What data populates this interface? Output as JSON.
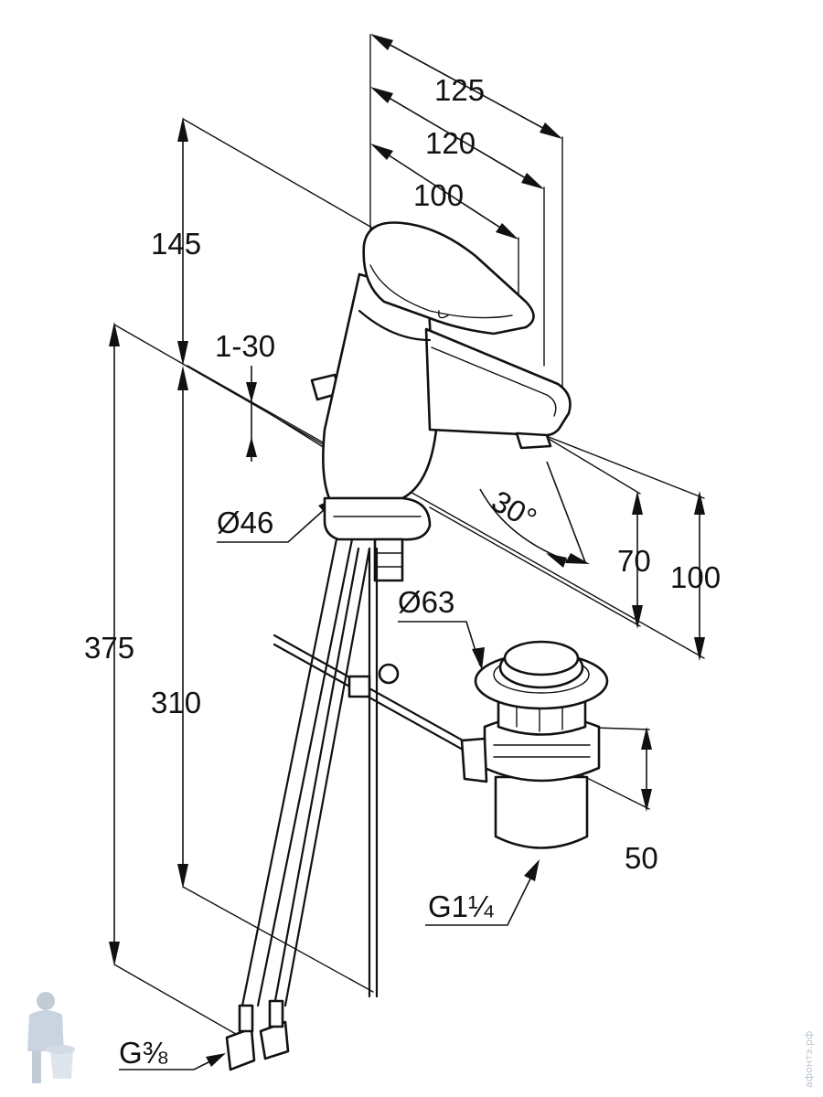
{
  "dimensions": {
    "d125": "125",
    "d120": "120",
    "d100_top": "100",
    "d145": "145",
    "d1_30": "1-30",
    "d46": "Ø46",
    "d30deg": "30°",
    "d70": "70",
    "d100_right": "100",
    "d63": "Ø63",
    "d375": "375",
    "d310": "310",
    "d50": "50",
    "g114": "G1¼",
    "g38": "G⅜"
  },
  "watermark": {
    "text": "афонтэ.рф",
    "logo": "plumber-mascot-icon"
  },
  "colors": {
    "line": "#111111",
    "background": "#ffffff",
    "watermark": "#b9c6d3"
  }
}
